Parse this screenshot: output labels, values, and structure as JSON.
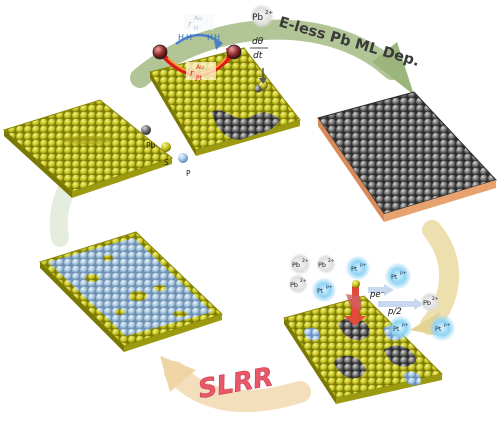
{
  "diagram": {
    "process_top": "E-less Pb ML Dep.",
    "process_bottom": "SLRR",
    "rate_numerator": "dθ",
    "rate_denominator": "dt",
    "pb_ion": "Pb",
    "pb_ion_charge": "2+",
    "h_label": "H",
    "r_label": "r",
    "r_sub_h": "H",
    "r_sup_au": "Au",
    "r_sub_pt": "Pt",
    "legend": [
      {
        "label": "Pb",
        "color": "#555555"
      },
      {
        "label": "S",
        "color": "#b7b616"
      },
      {
        "label": "P",
        "color": "#8fb6de"
      }
    ],
    "electron_label": "pe⁻",
    "half_label": "p/2",
    "pt_ion": "Pt",
    "pt_ion_charge": "p+"
  },
  "colors": {
    "substrate": "#c9c82a",
    "lead": "#6f6f6f",
    "platinum": "#a9c7e8",
    "ion_glow": "#7cc8ee",
    "arrow_top": "#a8bf8a",
    "arrow_right": "#ead9a2",
    "arrow_bottom": "#f2dcb5",
    "slrr_text": "#e8586a"
  }
}
